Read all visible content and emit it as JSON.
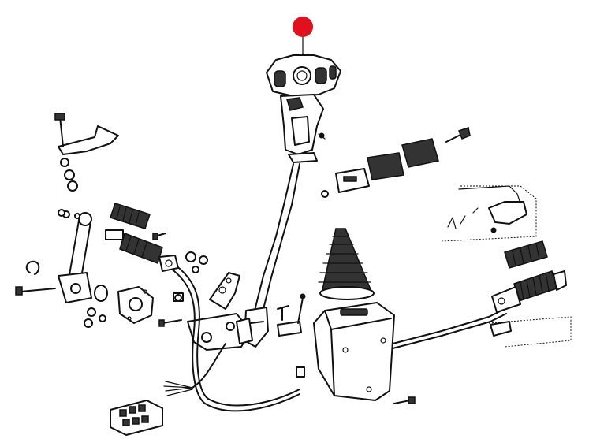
{
  "diagram": {
    "marker_color": "#e0101c",
    "ink_color": "#111111",
    "background": "#ffffff",
    "parts": [
      "control-lever-handle",
      "lever-shaft",
      "rubber-boot",
      "lever-housing",
      "push-pull-cable",
      "cable-bellows",
      "wiring-harness",
      "connector-plug",
      "mounting-bracket",
      "friction-pads",
      "support-plate",
      "pivot-arm",
      "bolts-and-washers"
    ]
  }
}
